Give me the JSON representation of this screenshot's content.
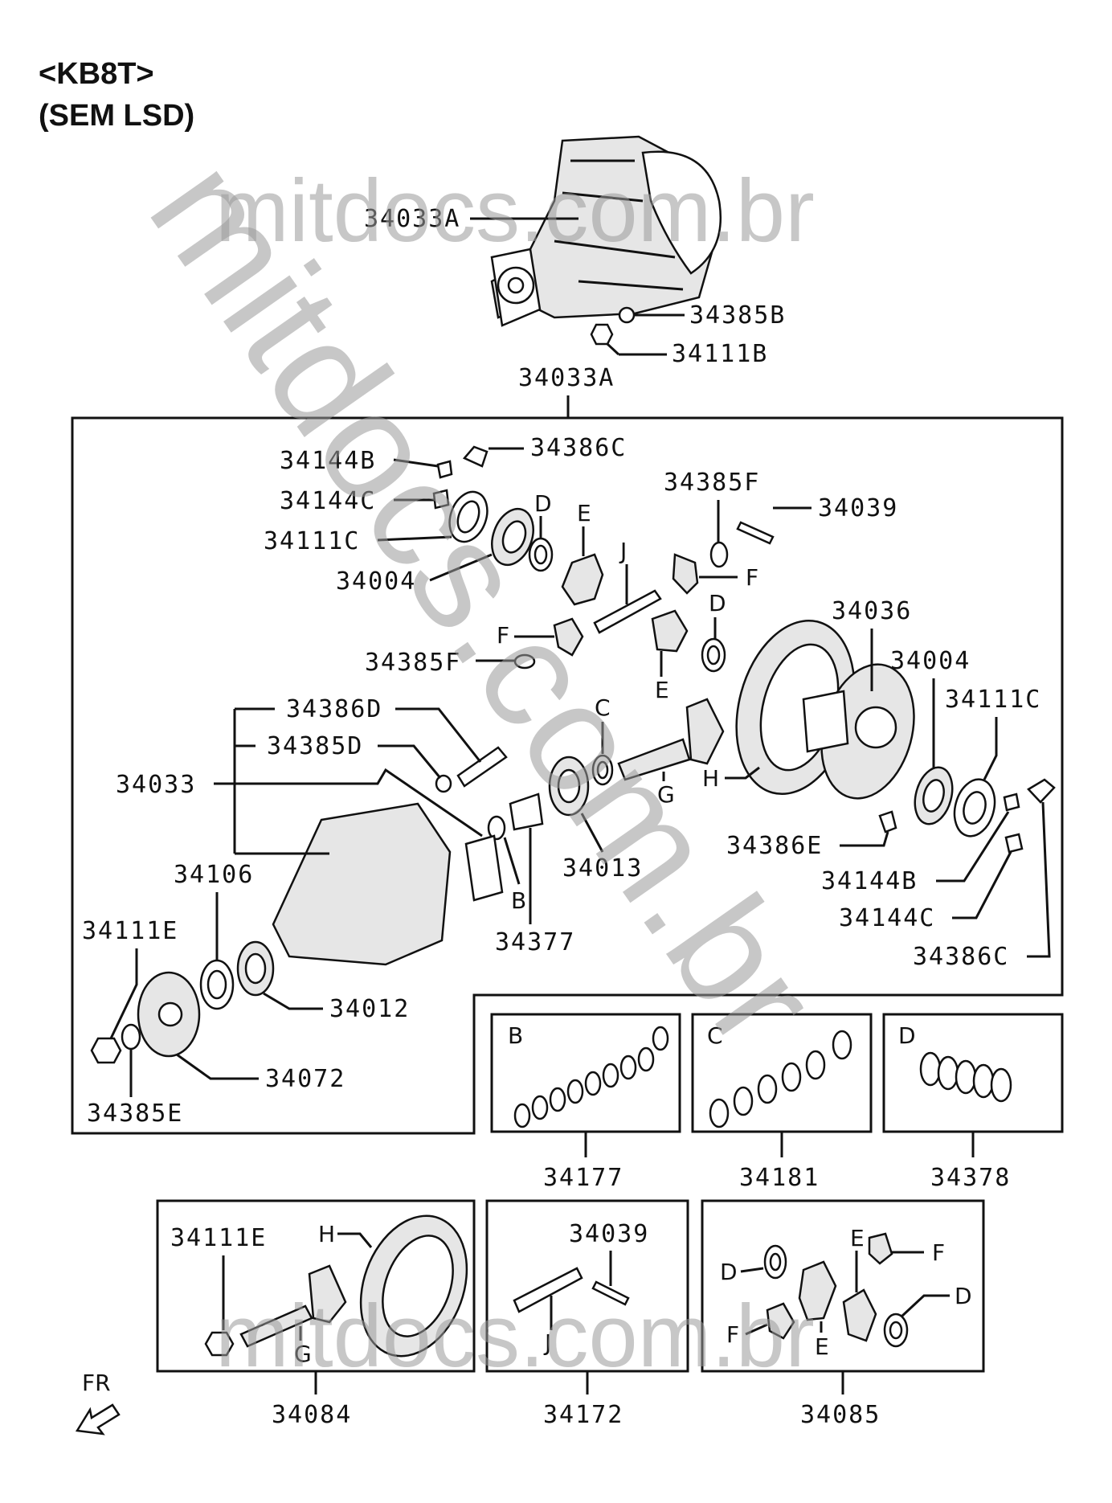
{
  "title": {
    "line1": "<KB8T>",
    "line2": "(SEM LSD)"
  },
  "watermark": "mitdocs.com.br",
  "labels": {
    "p34033A_top": "34033A",
    "p34385B": "34385B",
    "p34111B": "34111B",
    "p34033A_box": "34033A",
    "p34144B_top": "34144B",
    "p34386C_top": "34386C",
    "p34144C_top": "34144C",
    "p34111C_top": "34111C",
    "p34004_top": "34004",
    "p34385F_top": "34385F",
    "p34039": "34039",
    "p34385F_mid": "34385F",
    "p34036": "34036",
    "p34004_right": "34004",
    "p34111C_right": "34111C",
    "p34386D": "34386D",
    "p34385D": "34385D",
    "p34033": "34033",
    "p34013": "34013",
    "p34377": "34377",
    "p34386E": "34386E",
    "p34144B_right": "34144B",
    "p34144C_right": "34144C",
    "p34386C_right": "34386C",
    "p34106": "34106",
    "p34111E": "34111E",
    "p34012": "34012",
    "p34072": "34072",
    "p34385E": "34385E",
    "p34177": "34177",
    "p34181": "34181",
    "p34378": "34378",
    "p34111E_kit": "34111E",
    "p34039_kit": "34039",
    "p34084": "34084",
    "p34172": "34172",
    "p34085": "34085",
    "fr": "FR"
  },
  "letters": {
    "D1": "D",
    "E1": "E",
    "J1": "J",
    "F1": "F",
    "F2": "F",
    "D2": "D",
    "E2": "E",
    "C1": "C",
    "G1": "G",
    "H1": "H",
    "B1": "B",
    "kitB": "B",
    "kitC": "C",
    "kitD": "D",
    "kitH": "H",
    "kitG": "G",
    "kitJ": "J",
    "k85E1": "E",
    "k85F1": "F",
    "k85D1": "D",
    "k85D2": "D",
    "k85F2": "F",
    "k85E2": "E"
  }
}
